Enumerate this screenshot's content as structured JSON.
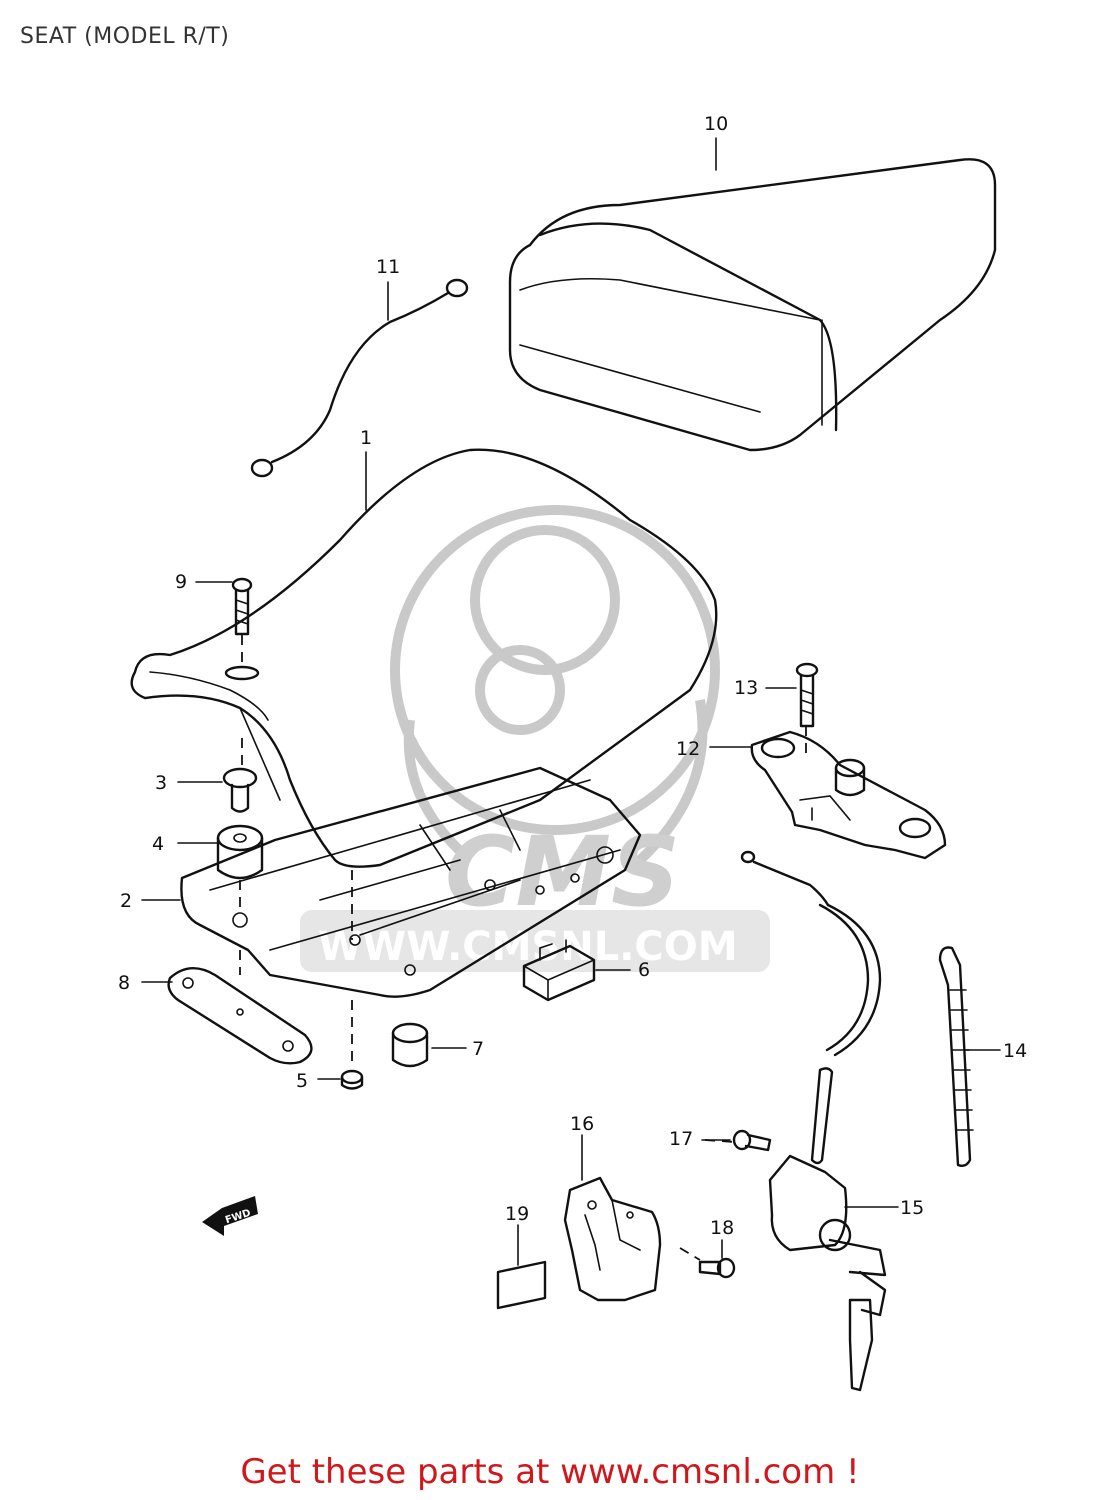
{
  "header": {
    "cut_title": "",
    "subtitle": "SEAT (MODEL R/T)"
  },
  "footer": {
    "text": "Get these parts at www.cmsnl.com !"
  },
  "watermark": {
    "logo_text": "CMS",
    "url_text": "WWW.CMSNL.COM"
  },
  "direction_marker": {
    "text": "FWD"
  },
  "colors": {
    "footer_text": "#d0181c",
    "line": "#111111",
    "watermark": "#c9c9c9"
  },
  "callouts": [
    {
      "id": "1",
      "part": "seat-front"
    },
    {
      "id": "2",
      "part": "seat-base-plate"
    },
    {
      "id": "3",
      "part": "cushion-pin"
    },
    {
      "id": "4",
      "part": "cushion"
    },
    {
      "id": "5",
      "part": "nut"
    },
    {
      "id": "6",
      "part": "clip"
    },
    {
      "id": "7",
      "part": "cushion"
    },
    {
      "id": "8",
      "part": "bracket"
    },
    {
      "id": "9",
      "part": "bolt"
    },
    {
      "id": "10",
      "part": "seat-rear"
    },
    {
      "id": "11",
      "part": "strap"
    },
    {
      "id": "12",
      "part": "seat-lock"
    },
    {
      "id": "13",
      "part": "screw"
    },
    {
      "id": "14",
      "part": "cable-tie"
    },
    {
      "id": "15",
      "part": "seat-lock-assy-with-key"
    },
    {
      "id": "16",
      "part": "lock-bracket"
    },
    {
      "id": "17",
      "part": "bolt"
    },
    {
      "id": "18",
      "part": "screw"
    },
    {
      "id": "19",
      "part": "label"
    }
  ]
}
